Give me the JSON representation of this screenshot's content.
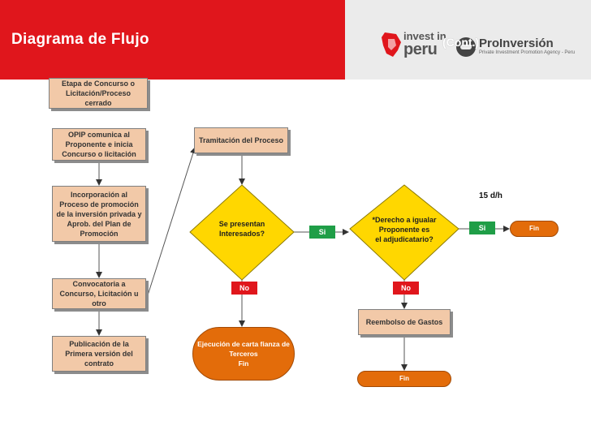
{
  "header": {
    "title": "Diagrama de Flujo",
    "cont": "(Cont.)",
    "logo_invest_top": "invest in",
    "logo_invest_bottom": "peru",
    "logo_pro_name": "ProInversión",
    "logo_pro_sub": "Private Investment Promotion Agency - Peru"
  },
  "flow": {
    "stage": "Etapa de Concurso o\nLicitación/Proceso cerrado",
    "step1": "OPIP comunica al\nProponente e inicia\nConcurso o licitación",
    "step2": "Incorporación al\nProceso de promoción\nde la inversión privada y\nAprob. del Plan de\nPromoción",
    "step3": "Convocatoria a\nConcurso, Licitación u\notro",
    "step4": "Publicación de la\nPrimera versión del\ncontrato",
    "tramitacion": "Tramitación del Proceso",
    "decision1": "Se presentan\nInteresados?",
    "decision2": "*Derecho a igualar\nProponente es\nel adjudicatario?",
    "si1": "Si",
    "si2": "Si",
    "no1": "No",
    "no2": "No",
    "duration": "15 d/h",
    "fin_right": "Fin",
    "ejecucion": "Ejecución de carta fianza de\nTerceros\nFin",
    "reembolso": "Reembolso de Gastos",
    "fin_bottom": "Fin"
  },
  "colors": {
    "header_red": "#e0161c",
    "box_fill": "#f2c9a8",
    "diamond_fill": "#ffd700",
    "terminal_orange": "#e36c0a",
    "yes_green": "#1f9e47",
    "no_red": "#e0161c"
  }
}
